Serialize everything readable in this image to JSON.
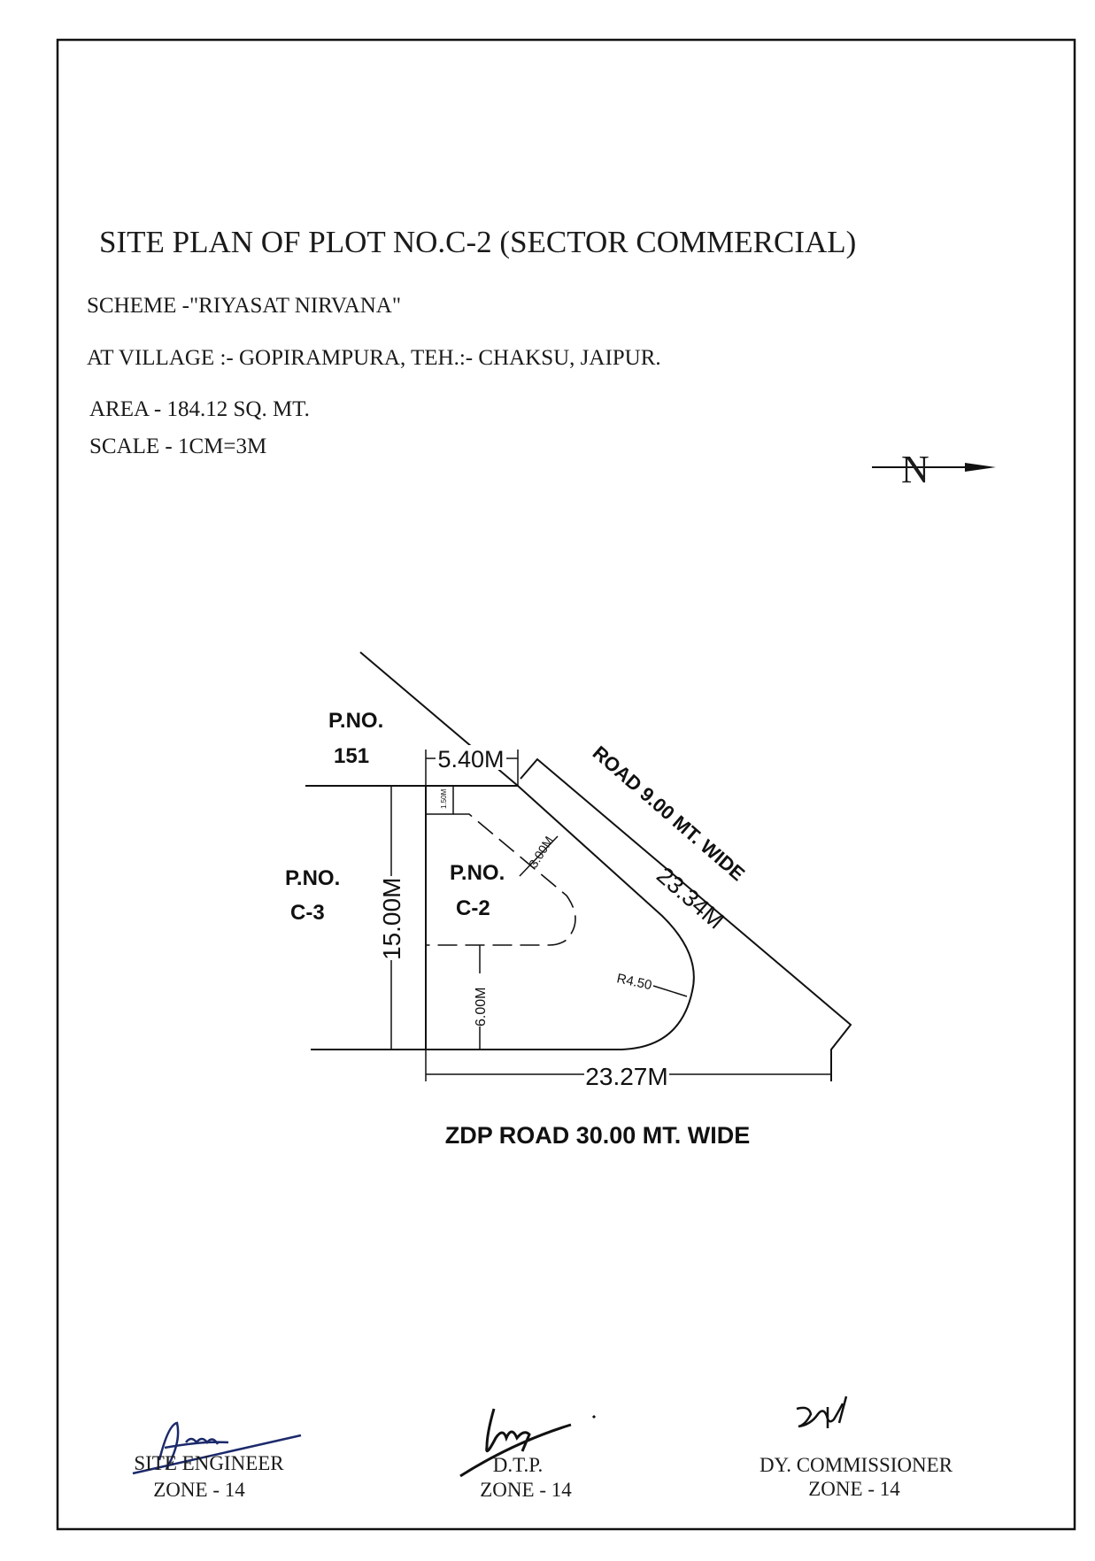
{
  "header": {
    "title": "SITE PLAN OF PLOT NO.C-2 (SECTOR COMMERCIAL)",
    "scheme": "SCHEME -\"RIYASAT NIRVANA\"",
    "village": "AT VILLAGE :- GOPIRAMPURA, TEH.:- CHAKSU, JAIPUR.",
    "area": "AREA  - 184.12  SQ. MT.",
    "scale": "SCALE -  1CM=3M",
    "north": "N"
  },
  "plan": {
    "plot_151_line1": "P.NO.",
    "plot_151_line2": "151",
    "plot_c3_line1": "P.NO.",
    "plot_c3_line2": "C-3",
    "plot_c2_line1": "P.NO.",
    "plot_c2_line2": "C-2",
    "dim_top": "5.40M",
    "dim_left": "15.00M",
    "dim_setback_side": "3.00M",
    "dim_setback_front": "6.00M",
    "dim_setback_small": "1.50M",
    "dim_diagonal": "23.34M",
    "dim_bottom": "23.27M",
    "radius": "R4.50",
    "road_side": "ROAD 9.00 MT. WIDE",
    "road_front": "ZDP ROAD 30.00 MT. WIDE"
  },
  "signatures": [
    {
      "title": "SITE ENGINEER",
      "zone": "ZONE - 14",
      "ink": "#1c2a6b"
    },
    {
      "title": "D.T.P.",
      "zone": "ZONE - 14",
      "ink": "#111111"
    },
    {
      "title": "DY. COMMISSIONER",
      "zone": "ZONE - 14",
      "ink": "#111111"
    }
  ]
}
